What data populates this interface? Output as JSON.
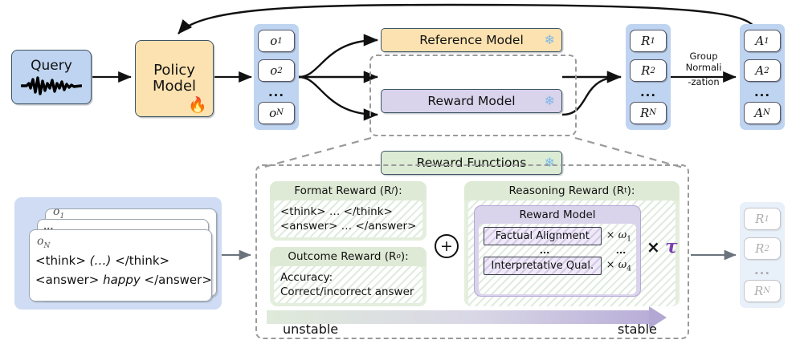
{
  "pipeline": {
    "query": {
      "label": "Query",
      "icon": "audio-waveform-icon"
    },
    "policy": {
      "label_line1": "Policy",
      "label_line2": "Model",
      "icon": "fire-emoji"
    },
    "outputs": {
      "items": [
        "o₁",
        "o₂",
        "…",
        "o_N"
      ],
      "o1": "o",
      "o1sub": "1",
      "o2": "o",
      "o2sub": "2",
      "dots": "...",
      "oN": "o",
      "oNsub": "N"
    },
    "models": [
      {
        "name": "Reference Model",
        "color": "#fbe2b0",
        "frozen": true
      },
      {
        "name": "Reward Model",
        "color": "#d9d3eb",
        "frozen": true
      },
      {
        "name": "Reward Functions",
        "color": "#dcecd4",
        "frozen": true
      }
    ],
    "snowflake": "❄",
    "rewards": {
      "r1": "R",
      "r1sub": "1",
      "r2": "R",
      "r2sub": "2",
      "dots": "...",
      "rN": "R",
      "rNsub": "N"
    },
    "group_norm": {
      "line1": "Group",
      "line2": "Normali",
      "line3": "-zation"
    },
    "advantages": {
      "a1": "A",
      "a1sub": "1",
      "a2": "A",
      "a2sub": "2",
      "dots": "...",
      "aN": "A",
      "aNsub": "N"
    }
  },
  "detail": {
    "sample_cards": {
      "top_id": "o",
      "top_sub": "1",
      "mid_dots": "...",
      "front_id": "o",
      "front_sub": "N",
      "think_line": "<think> (…) </think>",
      "think_pre": "<think>",
      "think_mid": "(…)",
      "think_post": "</think>",
      "answer_pre": "<answer>",
      "answer_mid": "happy",
      "answer_post": "</answer>"
    },
    "format_reward": {
      "title": "Format Reward (R",
      "title_sub": "f",
      "title_end": "):",
      "line1": "<think> … </think>",
      "line2": "<answer> … </answer>"
    },
    "outcome_reward": {
      "title": "Outcome Reward (R",
      "title_sub": "o",
      "title_end": "):",
      "line1": "Accuracy:",
      "line2": "Correct/incorrect answer"
    },
    "plus_symbol": "+",
    "reasoning_reward": {
      "title": "Reasoning Reward (R",
      "title_sub": "t",
      "title_end": "):",
      "reward_model_title": "Reward Model",
      "criteria": [
        {
          "name": "Factual Alignment",
          "weight_mul": "×",
          "weight": "ω",
          "weight_sub": "1"
        },
        {
          "name": "...",
          "weight_mul": "",
          "weight": "...",
          "weight_sub": ""
        },
        {
          "name": "Interpretative Qual.",
          "weight_mul": "×",
          "weight": "ω",
          "weight_sub": "4"
        }
      ],
      "tau_mul": "×",
      "tau": "τ"
    },
    "axis": {
      "left_label": "unstable",
      "right_label": "stable"
    },
    "final_rewards": {
      "r1": "R",
      "r1sub": "1",
      "r2": "R",
      "r2sub": "2",
      "dots": "...",
      "rN": "R",
      "rNsub": "N"
    }
  },
  "colors": {
    "blue": "#bed4f0",
    "orange": "#fbe2b0",
    "purple": "#d9d3eb",
    "green": "#dcecd4",
    "tau_purple": "#7a3fb0",
    "dashed_grey": "#9a9a9a"
  }
}
